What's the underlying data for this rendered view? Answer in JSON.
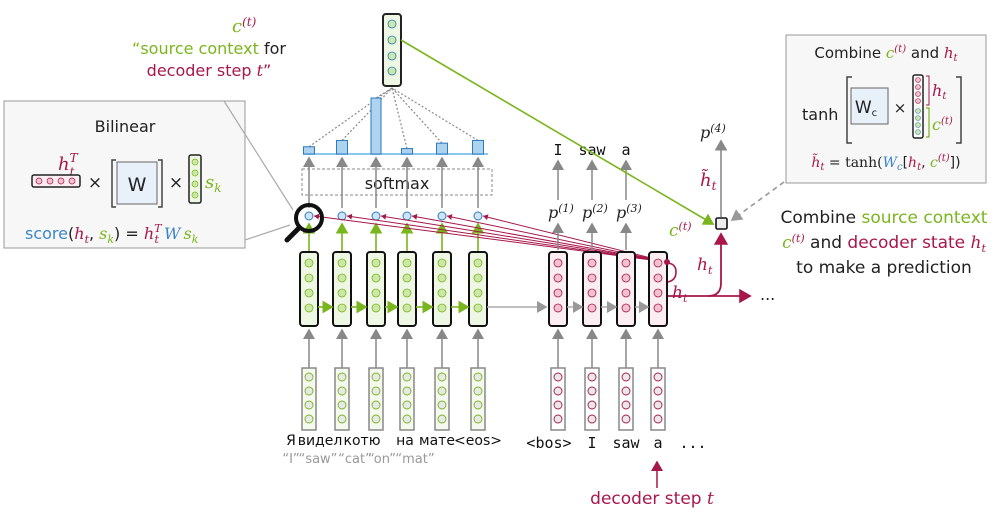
{
  "colors": {
    "green": "#7ab51d",
    "crimson": "#a8174a",
    "blue": "#3d85c6",
    "gray": "#888888",
    "green_fill": "#eef7e3",
    "pink_fill": "#fbeef2",
    "box_fill": "#f7f7f7",
    "matrix_fill": "#e8f0fa",
    "bar_fill": "#aed3ee",
    "bar_stroke": "#2b7bc0"
  },
  "context_label": {
    "symbol": "c",
    "superscript": "(t)",
    "line1_green": "“source context",
    "line1_black": " for",
    "line2": "decoder step ",
    "line2_var": "t",
    "line2_end": "”"
  },
  "bilinear_box": {
    "title": "Bilinear",
    "h_label": "h",
    "h_sup": "T",
    "h_sub": "t",
    "times": "×",
    "matrix": "W",
    "s_label": "s",
    "s_sub": "k",
    "formula_score": "score",
    "formula_open": "(",
    "formula_h": "h",
    "formula_h_sub": "t",
    "formula_comma": ", ",
    "formula_s": "s",
    "formula_s_sub": "k",
    "formula_close": ") = ",
    "formula_rhs_h": "h",
    "formula_rhs_sup": "T",
    "formula_rhs_sub": "t",
    "formula_rhs_W": " W",
    "formula_rhs_s": "s",
    "formula_rhs_s_sub": "k"
  },
  "combine_box": {
    "title_pre": "Combine ",
    "title_c": "c",
    "title_c_sup": "(t)",
    "title_and": " and ",
    "title_h": "h",
    "title_h_sub": "t",
    "tanh": "tanh",
    "matrix": "W",
    "matrix_sub": "c",
    "times": "×",
    "bracket_h": "h",
    "bracket_h_sub": "t",
    "bracket_c": "c",
    "bracket_c_sup": "(t)",
    "formula_lhs": "h̃",
    "formula_lhs_sub": "t",
    "formula_eq": " = tanh(",
    "formula_W": "W",
    "formula_W_sub": "c",
    "formula_open": "[",
    "formula_h": "h",
    "formula_h_sub": "t",
    "formula_comma": ", ",
    "formula_c": "c",
    "formula_c_sup": "(t)",
    "formula_close": "])"
  },
  "softmax_label": "softmax",
  "attention_weights": [
    0.08,
    0.15,
    0.62,
    0.06,
    0.12,
    0.15
  ],
  "encoder": {
    "source_tokens": [
      "Я",
      "видел",
      "котю",
      "на",
      "мате",
      "<eos>"
    ],
    "translations": [
      "“I”",
      "“saw”",
      "“cat”",
      "“on”",
      "“mat”"
    ]
  },
  "decoder": {
    "input_tokens": [
      "<bos>",
      "I",
      "saw",
      "a",
      "..."
    ],
    "output_tokens": [
      "I",
      "saw",
      "a"
    ],
    "predictions": [
      {
        "p": "p",
        "sup": "(1)"
      },
      {
        "p": "p",
        "sup": "(2)"
      },
      {
        "p": "p",
        "sup": "(3)"
      }
    ],
    "final_prediction": {
      "p": "p",
      "sup": "(4)"
    },
    "step_label": "decoder step ",
    "step_var": "t",
    "continuation": "..."
  },
  "labels": {
    "h_t": "h",
    "h_t_sub": "t",
    "h_tilde": "h̃",
    "h_tilde_sub": "t",
    "c_t": "c",
    "c_t_sup": "(t)"
  },
  "side_note": {
    "line1_pre": "Combine ",
    "line1_green": "source context",
    "line2_c": "c",
    "line2_c_sup": "(t)",
    "line2_and": " and ",
    "line2_red": "decoder state ",
    "line2_h": "h",
    "line2_h_sub": "t",
    "line3": "to make a prediction"
  }
}
